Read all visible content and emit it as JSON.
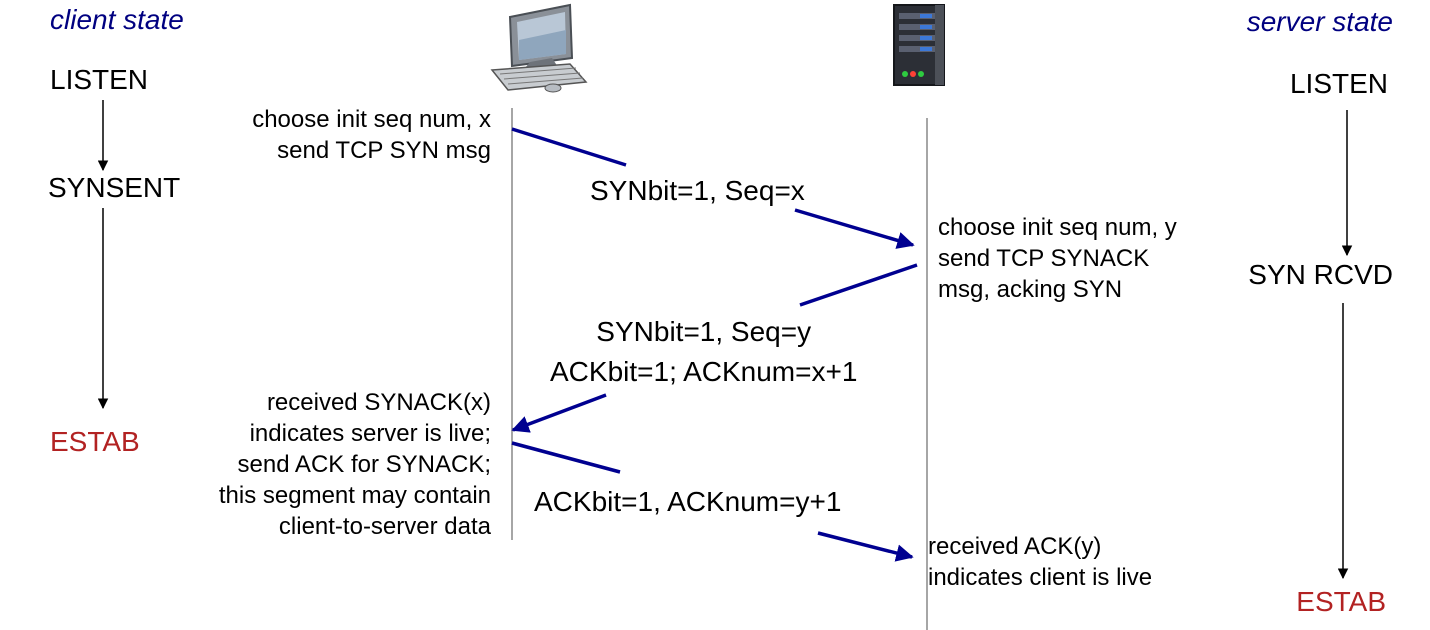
{
  "headers": {
    "client": "client state",
    "server": "server state"
  },
  "client_states": {
    "s1": "LISTEN",
    "s2": "SYNSENT",
    "s3": "ESTAB"
  },
  "server_states": {
    "s1": "LISTEN",
    "s2": "SYN RCVD",
    "s3": "ESTAB"
  },
  "client_notes": {
    "note1": [
      "choose init seq num, x",
      "send TCP SYN msg"
    ],
    "note2": [
      "received SYNACK(x)",
      "indicates server is live;",
      "send ACK for SYNACK;",
      "this segment may contain",
      "client-to-server data"
    ]
  },
  "server_notes": {
    "note1": [
      "choose init seq num, y",
      "send TCP SYNACK",
      "msg, acking SYN"
    ],
    "note2": [
      "received ACK(y)",
      "indicates client is live"
    ]
  },
  "messages": {
    "syn": [
      "SYNbit=1, Seq=x"
    ],
    "synack": [
      "SYNbit=1, Seq=y",
      "ACKbit=1; ACKnum=x+1"
    ],
    "ack": [
      "ACKbit=1, ACKnum=y+1"
    ]
  },
  "icons": {
    "client": "desktop-computer-icon",
    "server": "server-tower-icon"
  },
  "colors": {
    "header": "#000080",
    "message_arrow": "#000090",
    "estab": "#b22222",
    "text": "#000000"
  }
}
